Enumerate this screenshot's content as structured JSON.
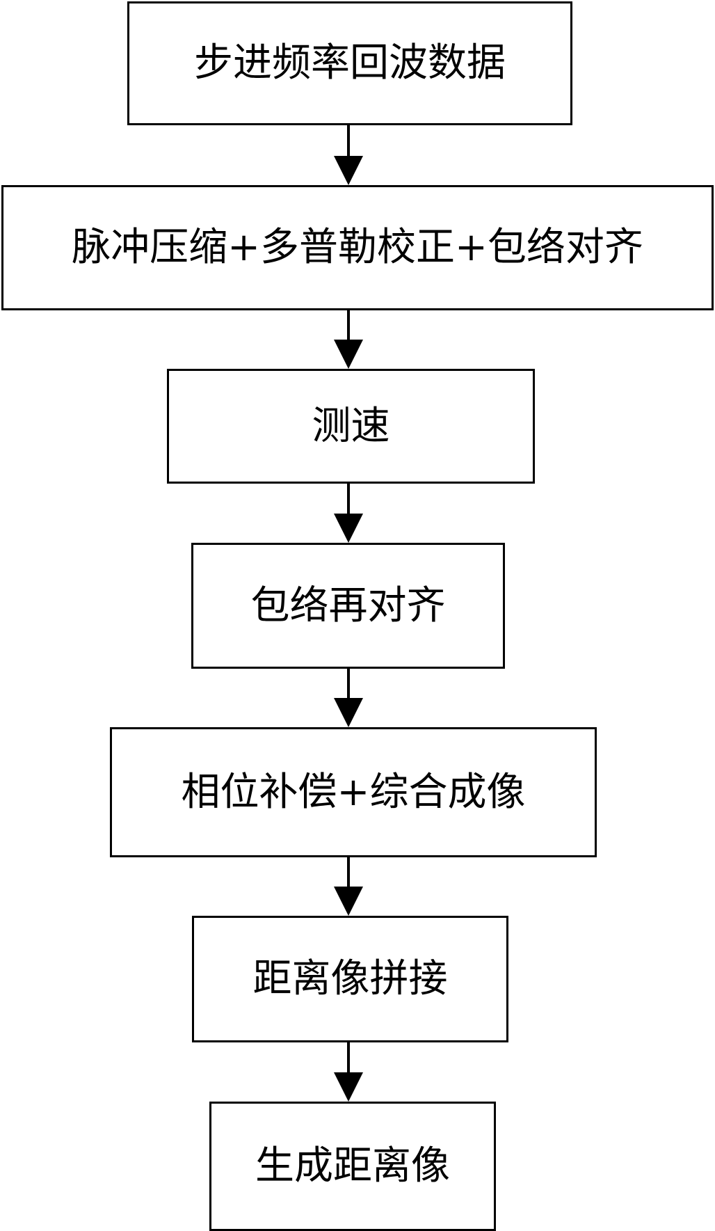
{
  "flowchart": {
    "steps": [
      "步进频率回波数据",
      "脉冲压缩+多普勒校正+包络对齐",
      "测速",
      "包络再对齐",
      "相位补偿+综合成像",
      "距离像拼接",
      "生成距离像"
    ]
  }
}
